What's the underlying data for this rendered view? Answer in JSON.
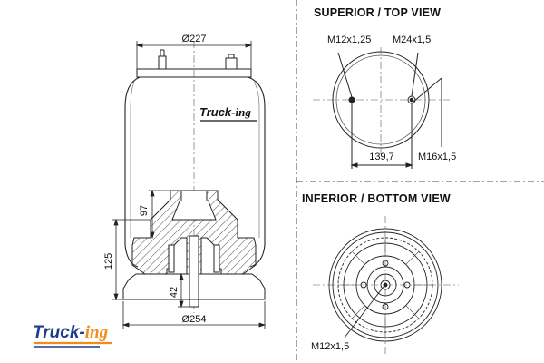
{
  "brand": {
    "name": "Truck-",
    "suffix": "ing",
    "colors": {
      "blue": "#1d3c8f",
      "orange": "#f08c1a"
    }
  },
  "side_view": {
    "dim_top_diameter": "Ø227",
    "dim_bottom_diameter": "Ø254",
    "dim_height_125": "125",
    "dim_height_97": "97",
    "dim_stud_42": "42"
  },
  "top_view": {
    "header": "SUPERIOR / TOP VIEW",
    "thread_left": "M12x1,25",
    "thread_right": "M24x1,5",
    "thread_bottom": "M16x1,5",
    "spacing": "139,7"
  },
  "bottom_view": {
    "header": "INFERIOR / BOTTOM VIEW",
    "thread": "M12x1,5"
  }
}
